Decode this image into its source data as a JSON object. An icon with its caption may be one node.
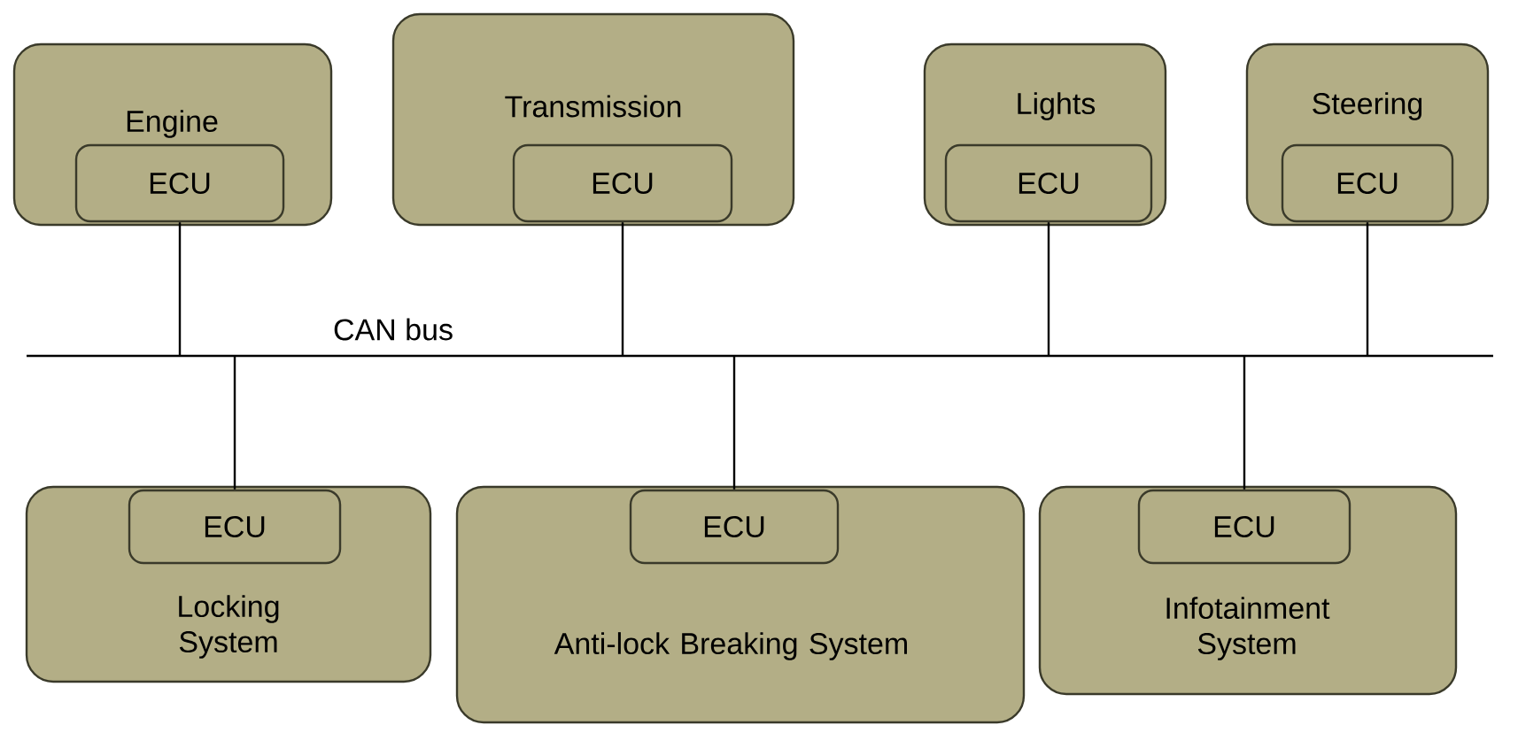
{
  "diagram": {
    "nodes": [
      {
        "text": [
          "Engine"
        ]
      },
      {
        "text": [
          "ECU"
        ],
        "in": 0
      },
      {
        "text": [
          "Transmission"
        ]
      },
      {
        "text": [
          "ECU"
        ],
        "in": 2
      },
      {
        "text": [
          "Lights"
        ]
      },
      {
        "text": [
          "ECU"
        ],
        "in": 4
      },
      {
        "text": [
          "Steering"
        ]
      },
      {
        "text": [
          "ECU"
        ],
        "in": 6
      },
      {
        "text": [
          "CAN bus"
        ]
      },
      {
        "text": [
          "Locking System"
        ]
      },
      {
        "text": [
          "ECU"
        ],
        "in": 9
      },
      {
        "text": [
          "Anti-lock Breaking System"
        ]
      },
      {
        "text": [
          "ECU"
        ],
        "in": 11
      },
      {
        "text": [
          "Infotainment System"
        ]
      },
      {
        "text": [
          "ECU"
        ],
        "in": 13
      }
    ],
    "edges": [
      {
        "from": 1,
        "to": 8,
        "arrow": "none"
      },
      {
        "from": 3,
        "to": 8,
        "arrow": "none"
      },
      {
        "from": 5,
        "to": 8,
        "arrow": "none"
      },
      {
        "from": 7,
        "to": 8,
        "arrow": "none"
      },
      {
        "from": 8,
        "to": 10,
        "arrow": "none"
      },
      {
        "from": 8,
        "to": 12,
        "arrow": "none"
      },
      {
        "from": 8,
        "to": 14,
        "arrow": "none"
      }
    ]
  }
}
